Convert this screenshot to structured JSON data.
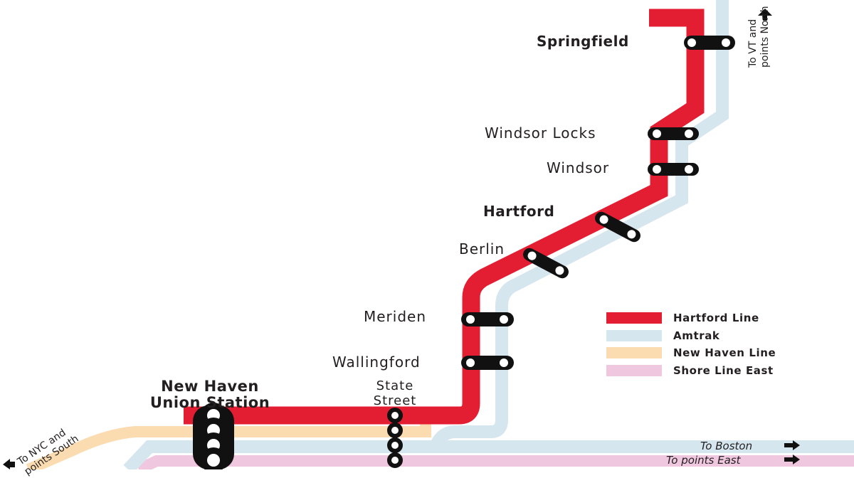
{
  "colors": {
    "hartford_line": "#e31e32",
    "amtrak": "#d6e6ee",
    "new_haven_line": "#fbdcb1",
    "shore_line_east": "#efc7df",
    "station_marker": "#111111"
  },
  "stations": {
    "springfield": "Springfield",
    "windsor_locks": "Windsor Locks",
    "windsor": "Windsor",
    "hartford": "Hartford",
    "berlin": "Berlin",
    "meriden": "Meriden",
    "wallingford": "Wallingford",
    "state_street": "State Street",
    "new_haven": "New Haven Union Station"
  },
  "state_street_lines": [
    "State",
    "Street"
  ],
  "new_haven_lines": [
    "New Haven",
    "Union Station"
  ],
  "directions": {
    "north_lines": [
      "To VT and",
      "points North"
    ],
    "south_lines": [
      "To NYC and",
      "points South"
    ],
    "boston": "To Boston",
    "east": "To points East"
  },
  "legend": [
    {
      "label": "Hartford Line",
      "color": "#e31e32"
    },
    {
      "label": "Amtrak",
      "color": "#d6e6ee"
    },
    {
      "label": "New Haven Line",
      "color": "#fbdcb1"
    },
    {
      "label": "Shore Line East",
      "color": "#efc7df"
    }
  ]
}
